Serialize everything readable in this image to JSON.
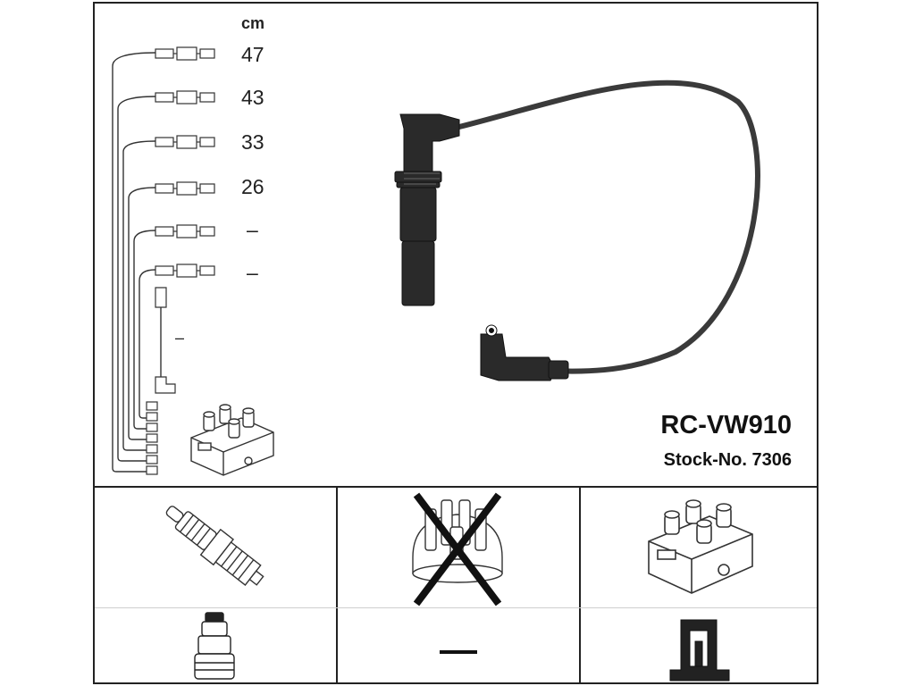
{
  "unit_label": "cm",
  "cable_lengths": [
    "47",
    "43",
    "33",
    "26",
    "–",
    "–"
  ],
  "coil_lead_length": "–",
  "product": {
    "title": "RC-VW910",
    "stock_number": "Stock-No. 7306"
  },
  "application_panels": [
    {
      "id": "spark-plug",
      "connector": "straight-boot",
      "label": ""
    },
    {
      "id": "distributor-cap",
      "crossed_out": true,
      "connector": "none",
      "label": "—"
    },
    {
      "id": "ignition-coil",
      "connector": "coil-tower-socket",
      "label": ""
    }
  ],
  "colors": {
    "line": "#222222",
    "cable": "#3a3a3a",
    "boot": "#2a2a2a"
  }
}
